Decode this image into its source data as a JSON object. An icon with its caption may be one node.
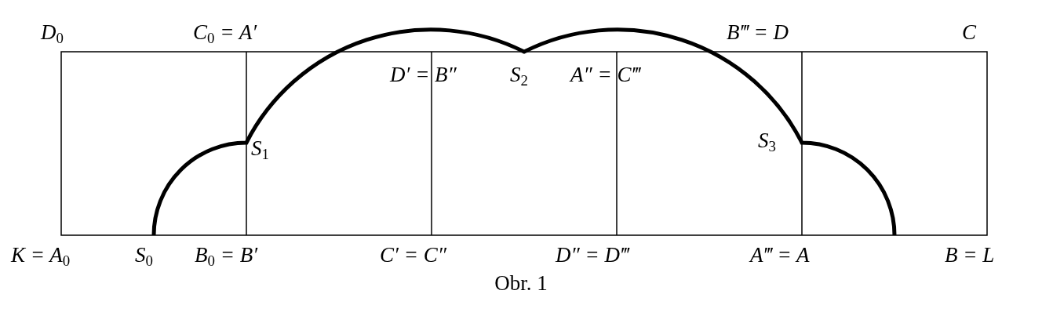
{
  "diagram": {
    "caption": "Obr. 1",
    "labels": [
      "D$_{0}$",
      "C$_{0}$ = A′",
      "B‴ = D",
      "C",
      "D′ = B″",
      "S$_{2}$",
      "A″ = C‴",
      "S$_{1}$",
      "S$_{3}$",
      "K = A$_{0}$",
      "S$_{0}$",
      "B$_{0}$ = B′",
      "C′ = C″",
      "D″ = D‴",
      "A‴ = A",
      "B = L"
    ]
  }
}
